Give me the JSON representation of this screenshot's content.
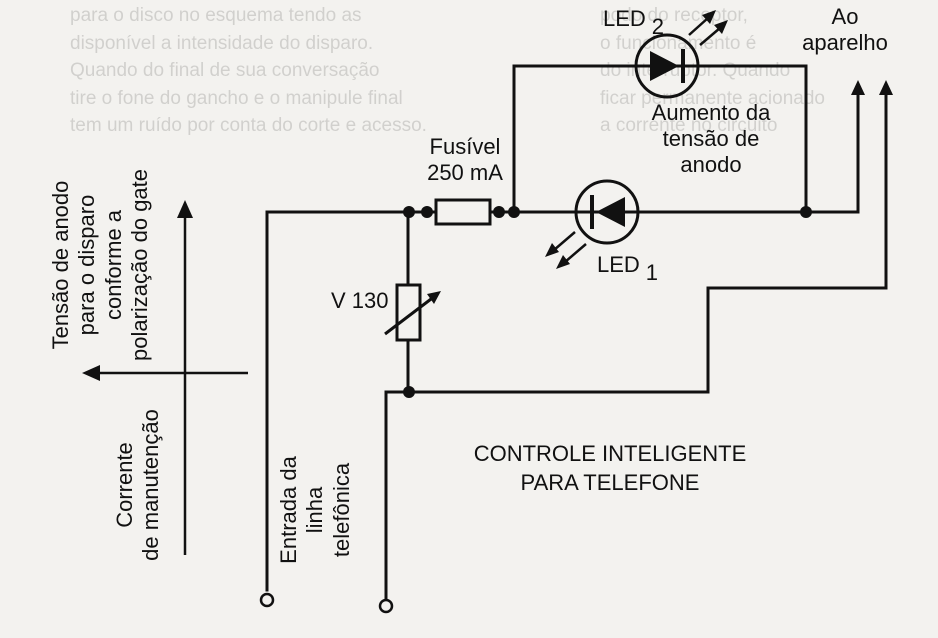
{
  "title": "CONTROLE INTELIGENTE PARA TELEFONE",
  "caption": {
    "line1": "CONTROLE INTELIGENTE",
    "line2": "PARA TELEFONE"
  },
  "components": {
    "led2": {
      "label": "LED",
      "index": "2",
      "role": "Aumento da tensão de anodo"
    },
    "led1": {
      "label": "LED",
      "index": "1"
    },
    "fuse": {
      "label": "Fusível",
      "rating": "250 mA"
    },
    "varistor": {
      "label": "V 130"
    }
  },
  "labels": {
    "led2_desc_line1": "Aumento da",
    "led2_desc_line2": "tensão de",
    "led2_desc_line3": "anodo",
    "output_line1": "Ao",
    "output_line2": "aparelho",
    "input_line1": "Entrada da",
    "input_line2": "linha",
    "input_line3": "telefônica"
  },
  "axes": {
    "y_label_line1": "Tensão de  anodo",
    "y_label_line2": "para o disparo",
    "y_label_line3": "conforme a",
    "y_label_line4": "polarização do gate",
    "x_label_line1": "Corrente",
    "x_label_line2": "de manutenção"
  },
  "background_bleed": [
    "podo do receptor,",
    "o funcionamento é",
    "do interruptor. Quando",
    "ficar permanente acionado",
    "a corrente no circuito"
  ],
  "background_bleed_right": [
    "para o disco no esquema tendo as",
    "disponível a intensidade do disparo.",
    "Quando do final de sua conversação",
    "tire o fone do gancho e o manipule final",
    "tem um ruído por conta do corte e acesso."
  ],
  "colors": {
    "paper": "#f3f2ef",
    "ink": "#111111"
  }
}
